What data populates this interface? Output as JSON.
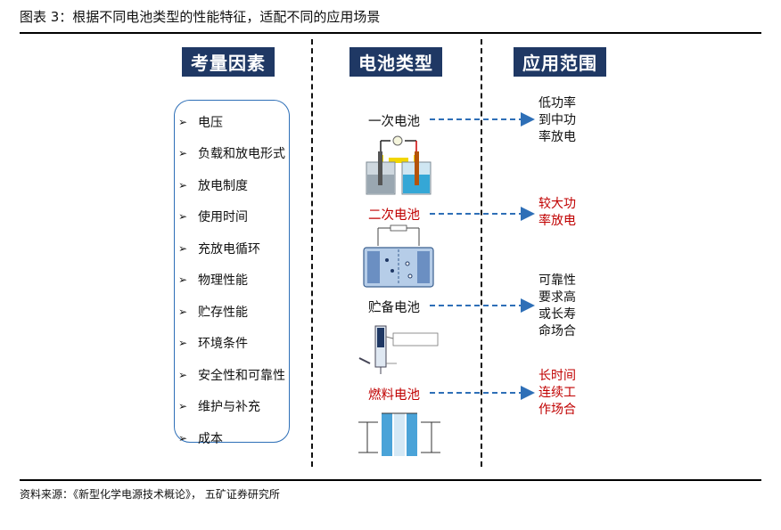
{
  "figure_title": "图表 3：根据不同电池类型的性能特征，适配不同的应用场景",
  "headers": {
    "factors": "考量因素",
    "battery_types": "电池类型",
    "applications": "应用范围"
  },
  "factors": [
    "电压",
    "负载和放电形式",
    "放电制度",
    "使用时间",
    "充放电循环",
    "物理性能",
    "贮存性能",
    "环境条件",
    "安全性和可靠性",
    "维护与补充",
    "成本"
  ],
  "factor_bullet": "➢",
  "batteries": [
    {
      "name": "一次电池",
      "color": "#111111",
      "scope": [
        "低功率",
        "到中功",
        "率放电"
      ]
    },
    {
      "name": "二次电池",
      "color": "#c00000",
      "scope": [
        "较大功",
        "率放电"
      ]
    },
    {
      "name": "贮备电池",
      "color": "#111111",
      "scope": [
        "可靠性",
        "要求高",
        "或长寿",
        "命场合"
      ]
    },
    {
      "name": "燃料电池",
      "color": "#c00000",
      "scope": [
        "长时间",
        "连续工",
        "作场合"
      ]
    }
  ],
  "colors": {
    "header_bg": "#1f3864",
    "arrow": "#2e6fb7",
    "accent_red": "#c00000"
  },
  "source": "资料来源：《新型化学电源技术概论》，  五矿证券研究所"
}
